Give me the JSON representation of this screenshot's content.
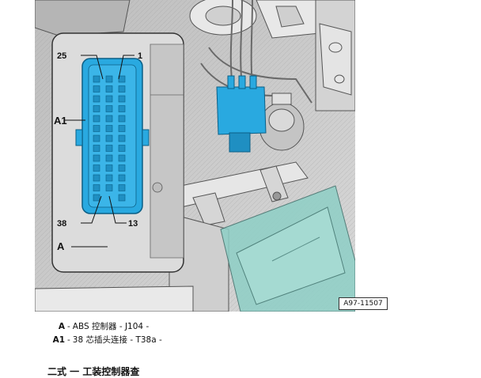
{
  "figure": {
    "id_label": "A97-11507",
    "callouts": {
      "pin_25": "25",
      "pin_1": "1",
      "connector": "A1",
      "pin_38": "38",
      "pin_13": "13",
      "unit": "A"
    },
    "colors": {
      "connector_fill": "#29a9e0",
      "connector_stroke": "#0b5f86",
      "engine_bay": "#c9c9c9",
      "inset_panel": "#dcdcdc",
      "headlight_tint": "#8ecfc6"
    }
  },
  "legend": [
    {
      "key": "A",
      "text": "ABS 控制器 - J104 -"
    },
    {
      "key": "A1",
      "text": "38 芯插头连接 - T38a -"
    }
  ],
  "cut_heading": "二式 一 工装控制器查"
}
